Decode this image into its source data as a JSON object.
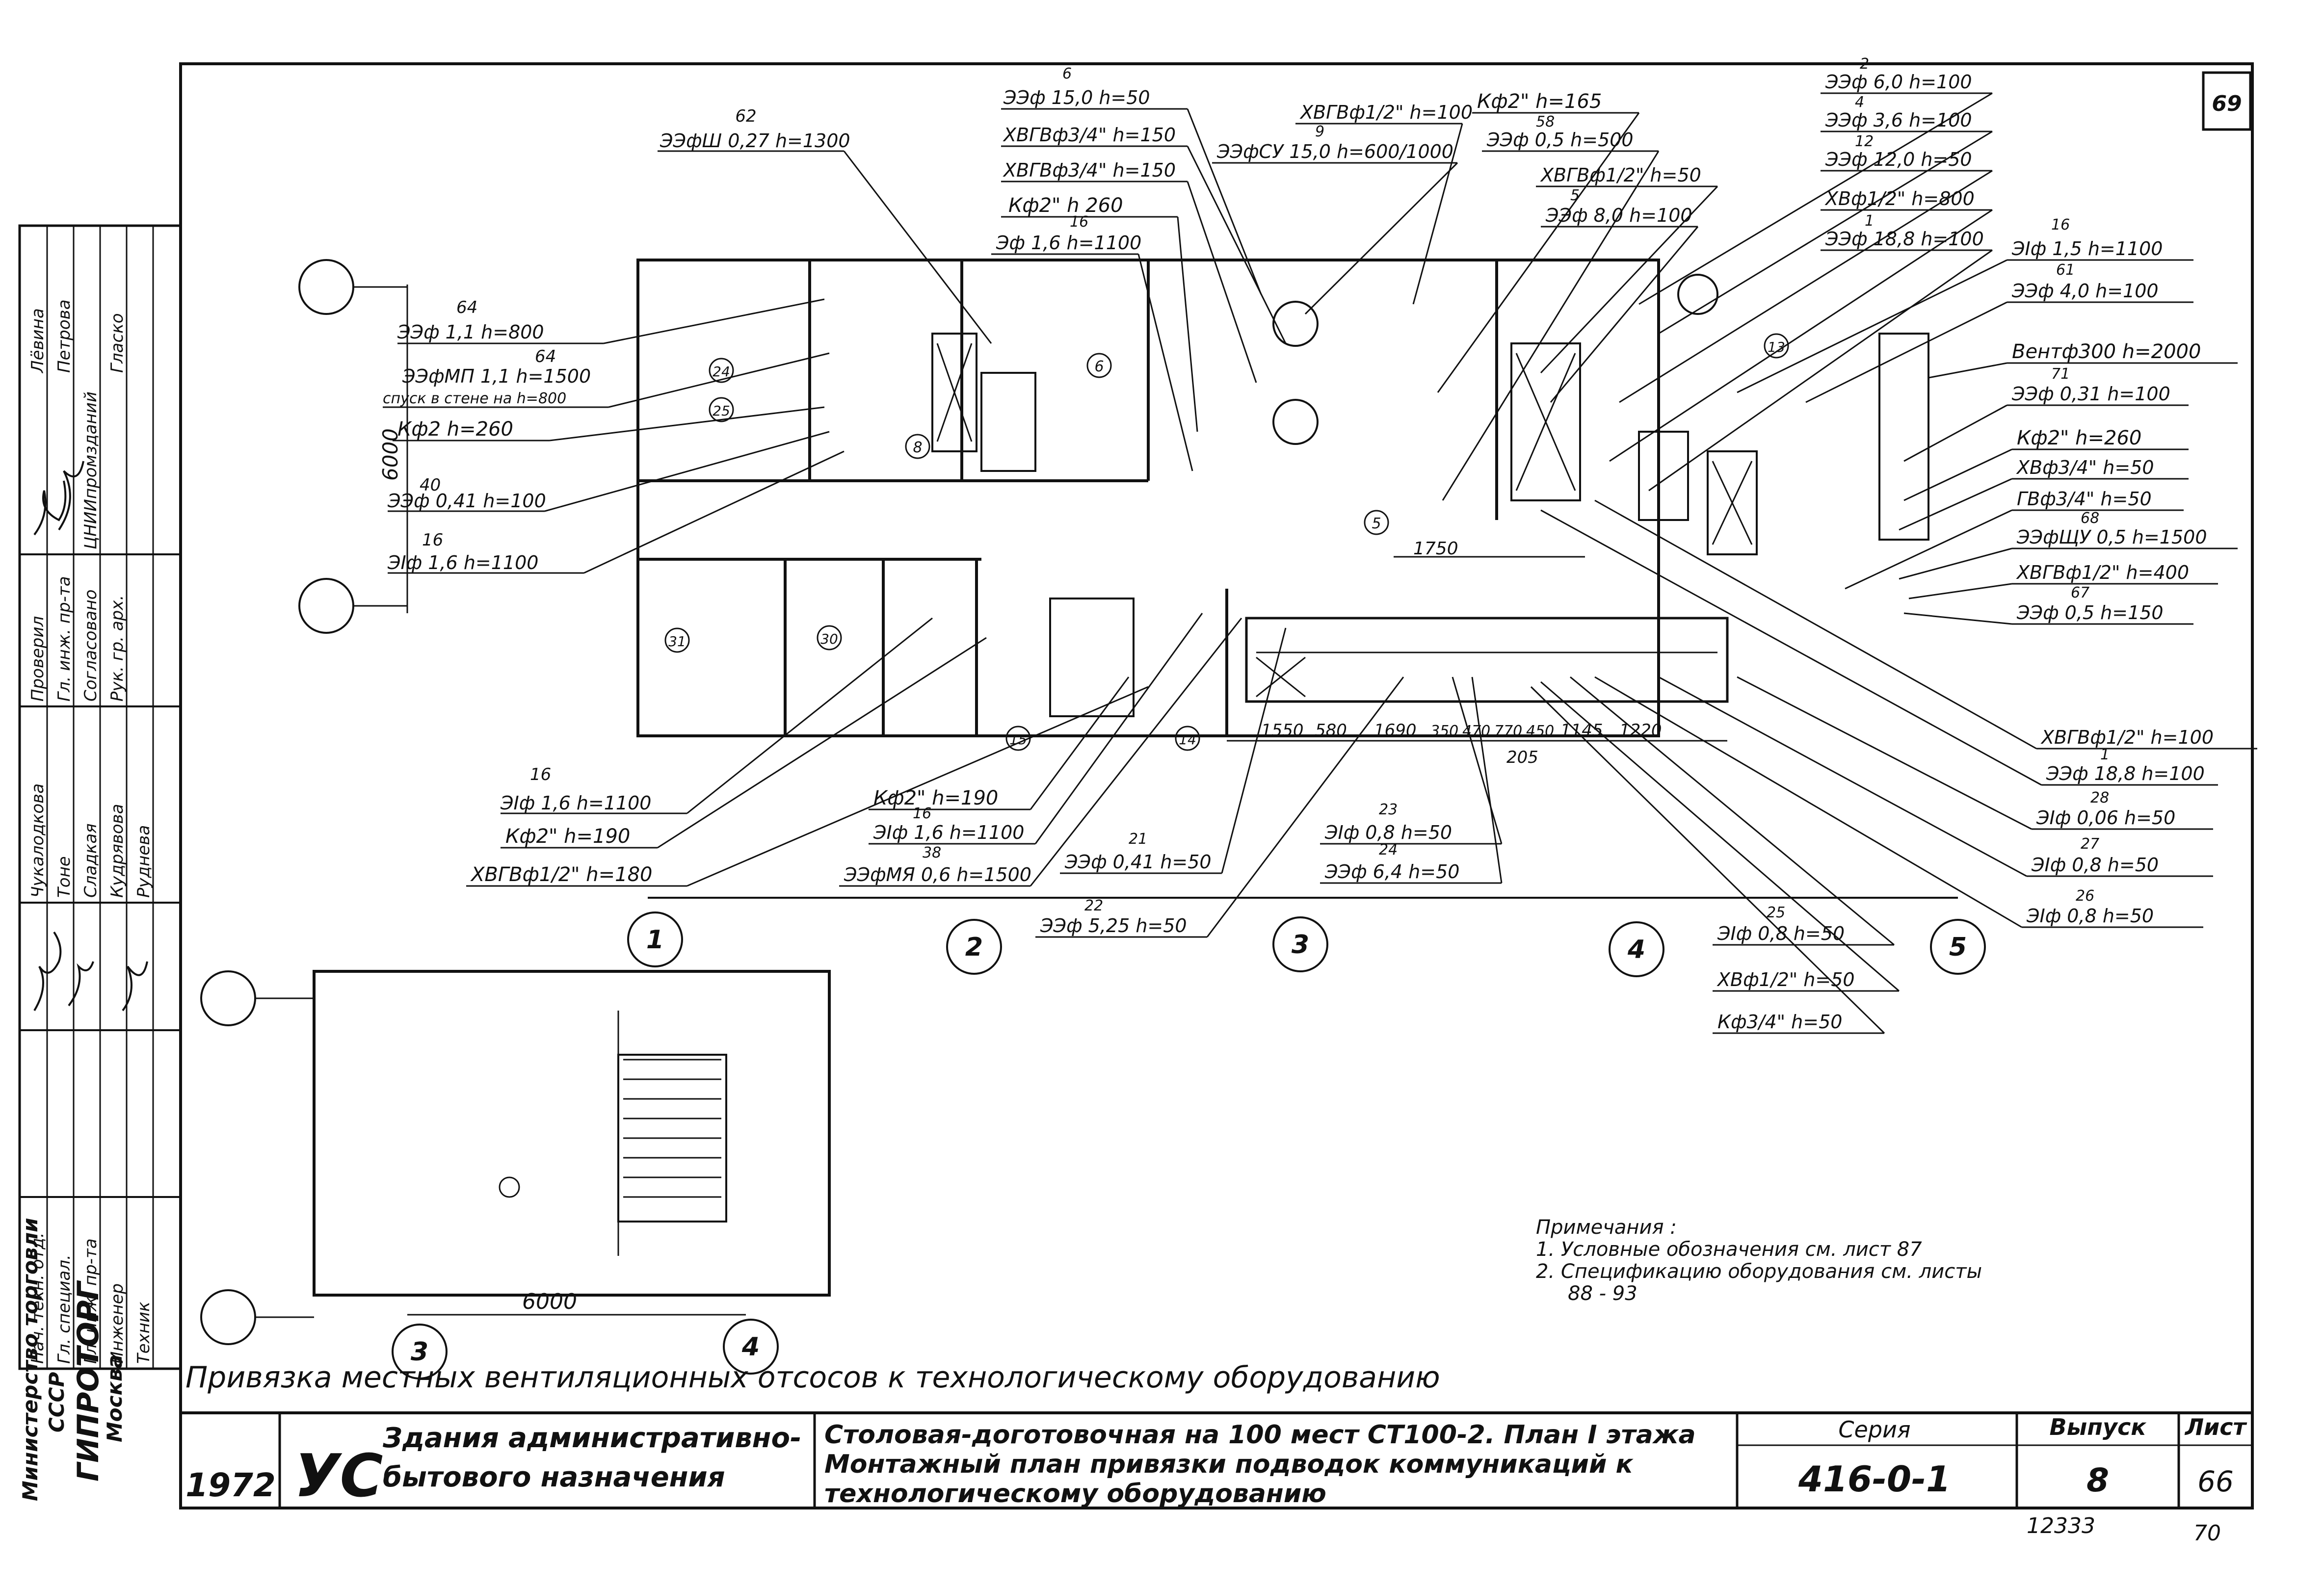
{
  "sheet_corner_number": "69",
  "callouts_left": [
    {
      "id": "c-l1",
      "text": "ЭЭфШ 0,27 h=1300",
      "num": "62"
    },
    {
      "id": "c-l2",
      "text": "ЭЭф 1,1 h=800",
      "num": "64"
    },
    {
      "id": "c-l3",
      "text": "ЭЭфМП 1,1 h=1500",
      "num": "64"
    },
    {
      "id": "c-l4",
      "text": "спуск в стене на h=800",
      "num": ""
    },
    {
      "id": "c-l5",
      "text": "Кф2 h=260",
      "num": ""
    },
    {
      "id": "c-l6",
      "text": "ЭЭф 0,41 h=100",
      "num": "40"
    },
    {
      "id": "c-l7",
      "text": "ЭIф 1,6 h=1100",
      "num": "16"
    },
    {
      "id": "c-l8",
      "text": "ЭIф 1,6 h=1100",
      "num": "16"
    },
    {
      "id": "c-l9",
      "text": "Кф2\" h=190",
      "num": ""
    },
    {
      "id": "c-l10",
      "text": "ХВГВф1/2\" h=180",
      "num": ""
    }
  ],
  "callouts_top": [
    {
      "id": "c-t1",
      "text": "ЭЭф 15,0 h=50",
      "num": "6"
    },
    {
      "id": "c-t2",
      "text": "ХВГВф3/4\" h=150",
      "num": ""
    },
    {
      "id": "c-t3",
      "text": "ХВГВф3/4\" h=150",
      "num": ""
    },
    {
      "id": "c-t4",
      "text": "Кф2\" h 260",
      "num": ""
    },
    {
      "id": "c-t5",
      "text": "Эф 1,6 h=1100",
      "num": "16"
    },
    {
      "id": "c-t6",
      "text": "ХВГВф1/2\" h=100",
      "num": ""
    },
    {
      "id": "c-t7",
      "text": "ЭЭфСУ 15,0 h=600/1000",
      "num": "9"
    },
    {
      "id": "c-t8",
      "text": "Кф2\" h=165",
      "num": ""
    },
    {
      "id": "c-t9",
      "text": "ЭЭф 0,5 h=500",
      "num": "58"
    },
    {
      "id": "c-t10",
      "text": "ХВГВф1/2\" h=50",
      "num": ""
    },
    {
      "id": "c-t11",
      "text": "ЭЭф 8,0 h=100",
      "num": "5"
    }
  ],
  "callouts_right": [
    {
      "id": "c-r1",
      "text": "ЭЭф 6,0 h=100",
      "num": "2"
    },
    {
      "id": "c-r2",
      "text": "ЭЭф 3,6 h=100",
      "num": "4"
    },
    {
      "id": "c-r3",
      "text": "ЭЭф 12,0 h=50",
      "num": "12"
    },
    {
      "id": "c-r4",
      "text": "ХВф1/2\" h=800",
      "num": ""
    },
    {
      "id": "c-r5",
      "text": "ЭЭф 18,8 h=100",
      "num": "1"
    },
    {
      "id": "c-r6",
      "text": "ЭIф 1,5 h=1100",
      "num": "16"
    },
    {
      "id": "c-r7",
      "text": "ЭЭф 4,0 h=100",
      "num": "61"
    },
    {
      "id": "c-r8",
      "text": "Вентф300 h=2000",
      "num": ""
    },
    {
      "id": "c-r9",
      "text": "ЭЭф 0,31 h=100",
      "num": "71"
    },
    {
      "id": "c-r10",
      "text": "Кф2\" h=260",
      "num": ""
    },
    {
      "id": "c-r11",
      "text": "ХВф3/4\" h=50",
      "num": ""
    },
    {
      "id": "c-r12",
      "text": "ГВф3/4\" h=50",
      "num": ""
    },
    {
      "id": "c-r13",
      "text": "ЭЭфЩУ 0,5 h=1500",
      "num": "68"
    },
    {
      "id": "c-r14",
      "text": "ХВГВф1/2\" h=400",
      "num": ""
    },
    {
      "id": "c-r15",
      "text": "ЭЭф 0,5 h=150",
      "num": "67"
    },
    {
      "id": "c-r16",
      "text": "ХВГВф1/2\" h=100",
      "num": ""
    },
    {
      "id": "c-r17",
      "text": "ЭЭф 18,8 h=100",
      "num": "1"
    },
    {
      "id": "c-r18",
      "text": "ЭIф 0,06 h=50",
      "num": "28"
    },
    {
      "id": "c-r19",
      "text": "ЭIф 0,8 h=50",
      "num": "27"
    },
    {
      "id": "c-r20",
      "text": "ЭIф 0,8 h=50",
      "num": "26"
    }
  ],
  "callouts_bottom": [
    {
      "id": "c-b1",
      "text": "Кф2\" h=190",
      "num": ""
    },
    {
      "id": "c-b2",
      "text": "ЭIф 1,6 h=1100",
      "num": "16"
    },
    {
      "id": "c-b3",
      "text": "ЭЭфМЯ 0,6 h=1500",
      "num": "38"
    },
    {
      "id": "c-b4",
      "text": "ЭЭф 0,41 h=50",
      "num": "21"
    },
    {
      "id": "c-b5",
      "text": "ЭIф 0,8 h=50",
      "num": "23"
    },
    {
      "id": "c-b6",
      "text": "ЭЭф 6,4 h=50",
      "num": "24"
    },
    {
      "id": "c-b7",
      "text": "ЭЭф 5,25 h=50",
      "num": "22"
    },
    {
      "id": "c-b8",
      "text": "ЭIф 0,8 h=50",
      "num": "25"
    },
    {
      "id": "c-b9",
      "text": "ХВф1/2\" h=50",
      "num": ""
    },
    {
      "id": "c-b10",
      "text": "Кф3/4\" h=50",
      "num": ""
    }
  ],
  "axis_marks": [
    "1",
    "2",
    "3",
    "4",
    "5"
  ],
  "small_axis_marks": [
    "3",
    "4"
  ],
  "dimension_6000_vertical": "6000",
  "dimension_6000_small": "6000",
  "dimension_row": [
    "1550",
    "580",
    "1690",
    "350",
    "470",
    "770",
    "450",
    "1145",
    "1220",
    "205"
  ],
  "dimension_1750": "1750",
  "room_numbers": [
    "5",
    "6",
    "8",
    "13",
    "14",
    "15",
    "24",
    "25",
    "30",
    "31"
  ],
  "notes": {
    "heading": "Примечания :",
    "line1": "1. Условные обозначения см. лист 87",
    "line2": "2. Спецификацию оборудования см. листы",
    "line3": "88 - 93"
  },
  "subtitle": "Привязка местных вентиляционных отсосов к технологическому оборудованию",
  "left_stamp": {
    "org_line1": "Министерство торговли",
    "org_line2": "СССР",
    "org_line3": "ГИПРОТОРГ",
    "org_line4": "Москва",
    "roles": [
      "Нач. техн. отд.",
      "Гл. специал.",
      "Гл. инж. пр-та",
      "Инженер",
      "Техник",
      "Проверил",
      "Гл. инж. пр-та",
      "Согласовано",
      "Рук. гр. арх."
    ],
    "names": [
      "Чукалодкова",
      "Тоне",
      "Сладкая",
      "Кудрявова",
      "Руднева",
      "Лёвина",
      "Петрова",
      "ЦНИИпромзданий",
      "Глаcко"
    ]
  },
  "title_block": {
    "year": "1972",
    "logo": "УС",
    "category_line1": "Здания административно-",
    "category_line2": "бытового назначения",
    "title_line1": "Столовая-доготовочная на 100 мест  СТ100-2. План I этажа",
    "title_line2": "Монтажный план привязки подводок коммуникаций к",
    "title_line3": "технологическому оборудованию",
    "series_label": "Серия",
    "series_value": "416-0-1",
    "issue_label": "Выпуск",
    "issue_value": "8",
    "sheet_label": "Лист",
    "sheet_value": "66",
    "inventory_number": "12333",
    "page_number": "70"
  }
}
